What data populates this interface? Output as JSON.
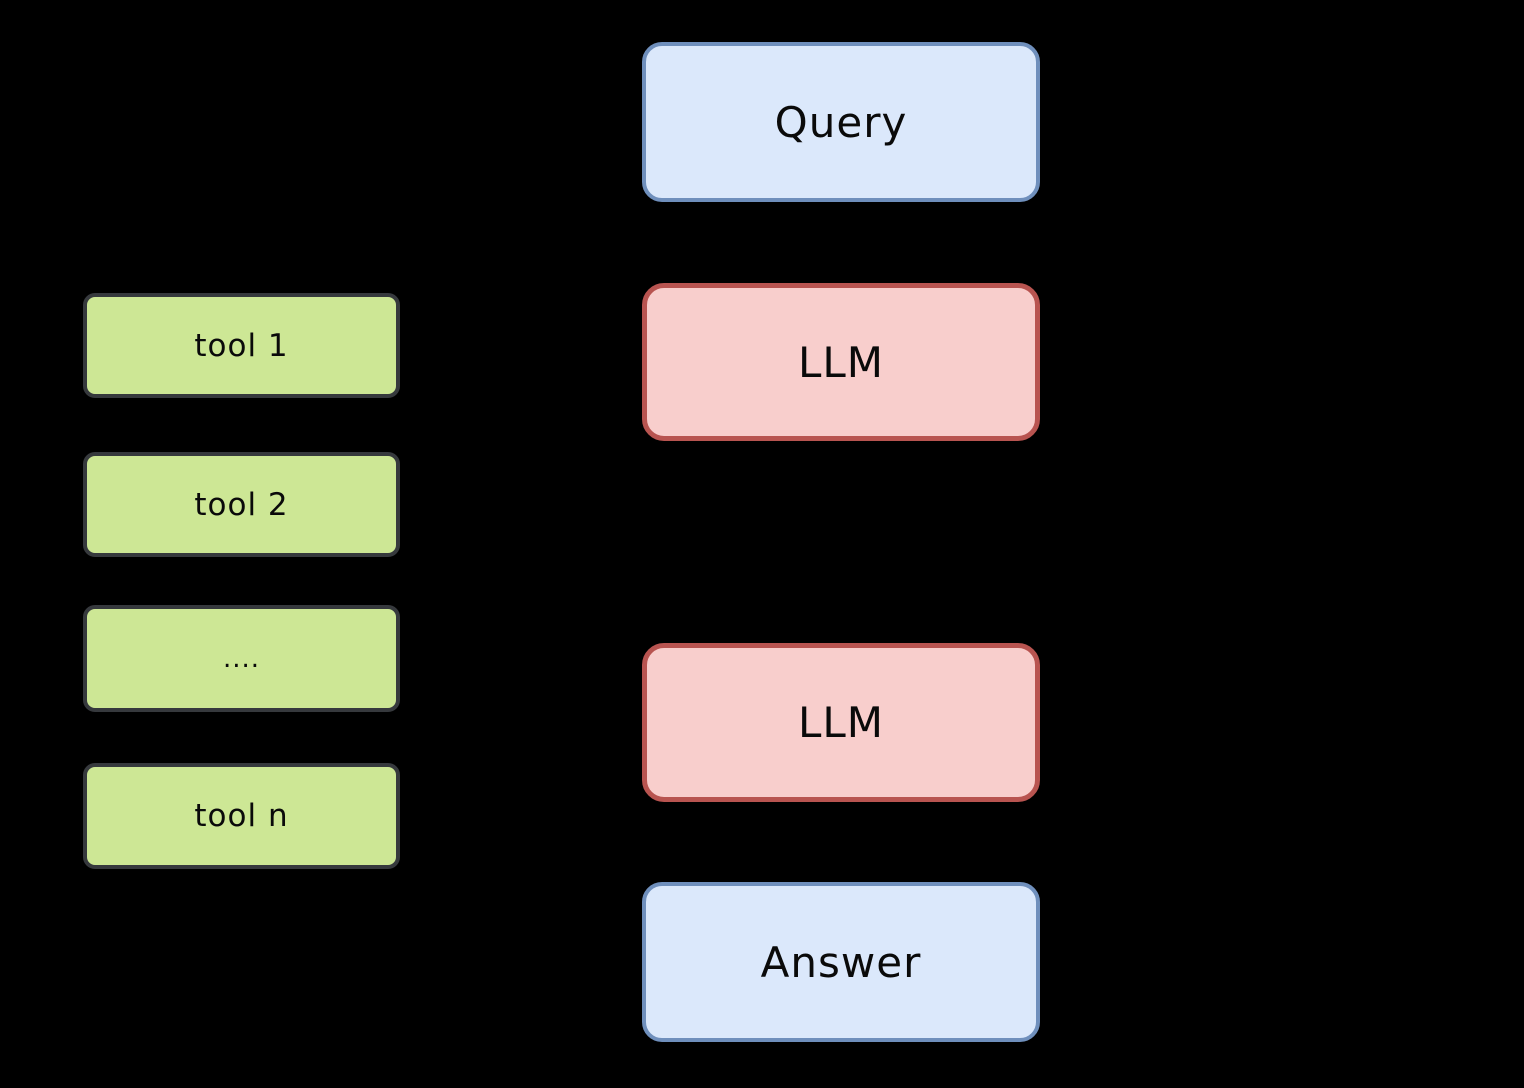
{
  "diagram": {
    "background_color": "#000000",
    "text_color": "#0a0a0a",
    "tools_column": {
      "fill": "#cde795",
      "border": "#36393d",
      "items": [
        {
          "label": "tool 1"
        },
        {
          "label": "tool 2"
        },
        {
          "label": "...."
        },
        {
          "label": "tool n"
        }
      ]
    },
    "flow_column": {
      "io_fill": "#dbe8fb",
      "io_border": "#6f8fbc",
      "llm_fill": "#f8cecc",
      "llm_border": "#b85450",
      "items": [
        {
          "label": "Query",
          "kind": "io"
        },
        {
          "label": "LLM",
          "kind": "llm"
        },
        {
          "label": "LLM",
          "kind": "llm"
        },
        {
          "label": "Answer",
          "kind": "io"
        }
      ]
    }
  }
}
